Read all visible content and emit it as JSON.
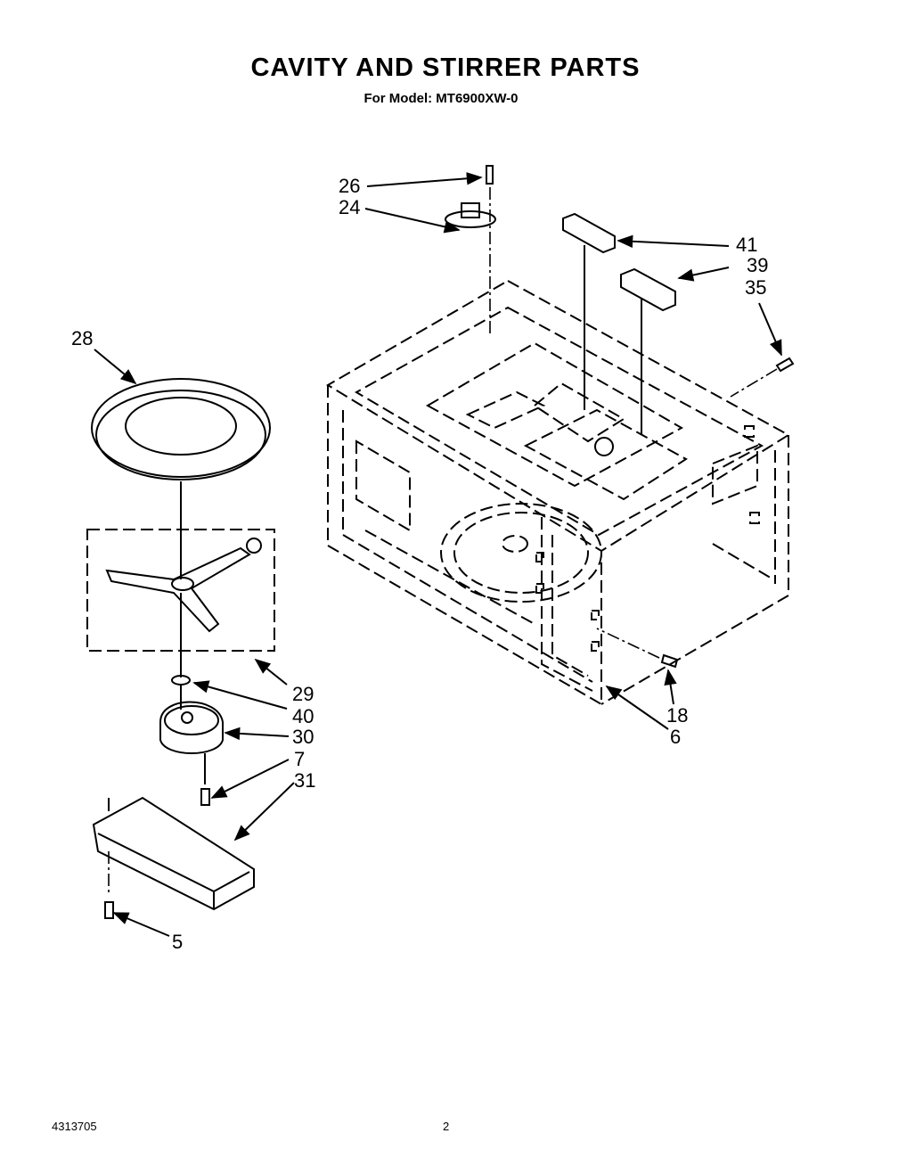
{
  "header": {
    "title": "CAVITY AND STIRRER PARTS",
    "subtitle": "For Model: MT6900XW-0"
  },
  "footer": {
    "document_number": "4313705",
    "page_number": "2"
  },
  "callouts": [
    "26",
    "24",
    "41",
    "39",
    "35",
    "28",
    "29",
    "40",
    "30",
    "7",
    "31",
    "5",
    "18",
    "6"
  ]
}
